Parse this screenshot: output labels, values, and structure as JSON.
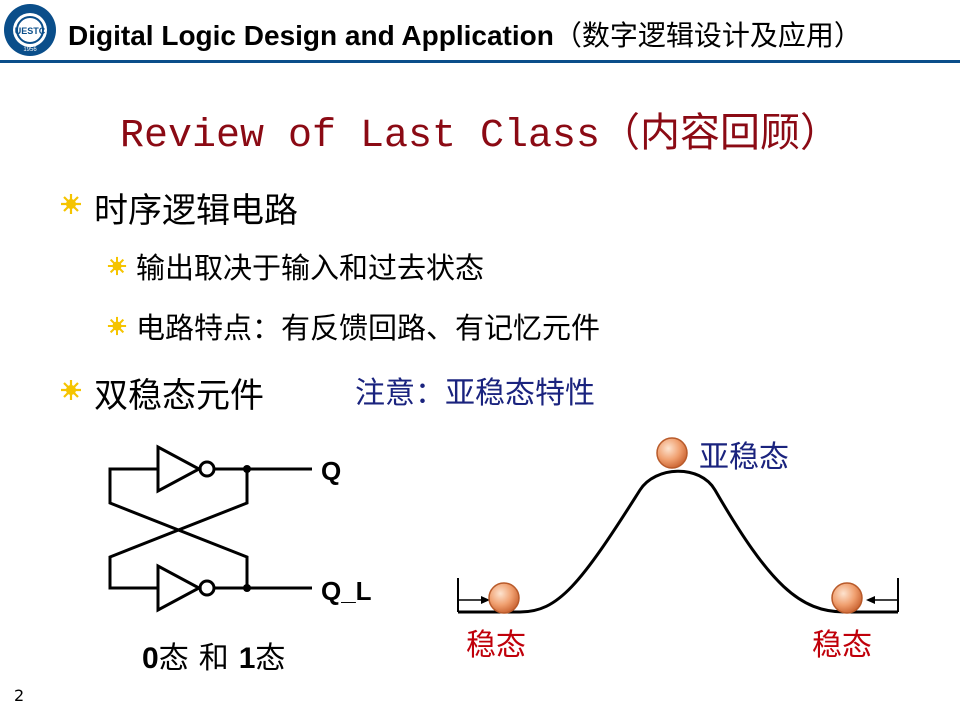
{
  "header": {
    "title_en": "Digital Logic Design and Application",
    "title_cn": "（数字逻辑设计及应用）"
  },
  "slide": {
    "title_en": "Review of Last Class",
    "title_cn": "（内容回顾）",
    "bullets": [
      {
        "text": "时序逻辑电路",
        "level": 1
      },
      {
        "text": "输出取决于输入和过去状态",
        "level": 2
      },
      {
        "text": "电路特点：有反馈回路、有记忆元件",
        "level": 2
      },
      {
        "text": "双稳态元件",
        "level": 1
      }
    ],
    "note": "注意：亚稳态特性"
  },
  "circuit": {
    "output_q": "Q",
    "output_ql": "Q_L",
    "caption_0": "0",
    "caption_state1": "态",
    "caption_and": "和",
    "caption_1": "1",
    "caption_state2": "态"
  },
  "stability": {
    "top_label": "亚稳态",
    "left_label": "稳态",
    "right_label": "稳态"
  },
  "page_number": "2",
  "colors": {
    "title_red": "#8b0a14",
    "header_blue": "#0a4e8a",
    "note_navy": "#1a237e",
    "label_red": "#c0000a",
    "bullet_yellow": "#f5c400",
    "ball_orange": "#f0a070"
  }
}
